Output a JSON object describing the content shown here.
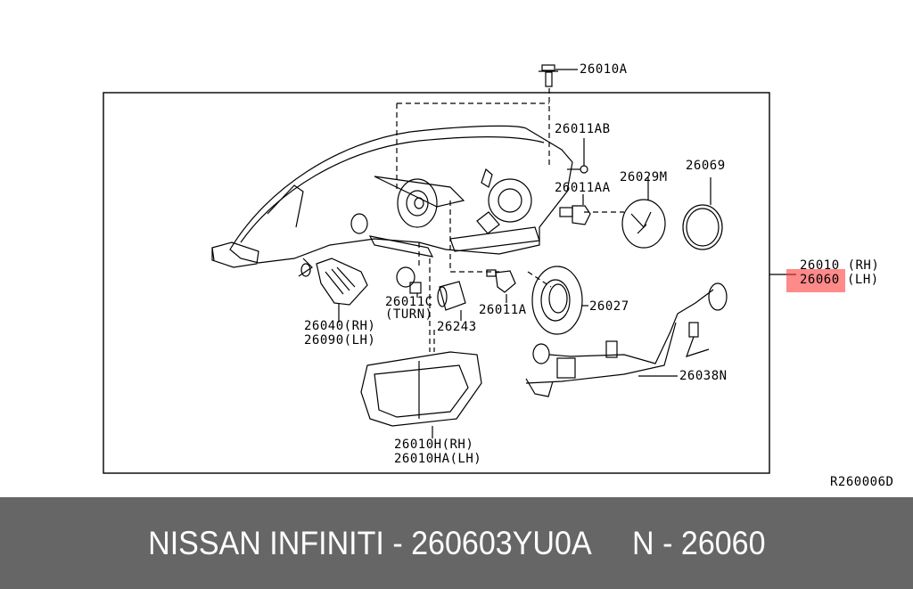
{
  "diagram": {
    "reference_code": "R260006D",
    "highlight_color": "#ff3c3c",
    "labels": {
      "bolt": "26010A",
      "clip_ab": "26011AB",
      "clip_aa": "26011AA",
      "cover": "26029M",
      "seal_ring": "26069",
      "assembly_rh": "26010 (RH)",
      "assembly_lh_num": "26060",
      "assembly_lh_side": "(LH)",
      "bracket_rh": "26040(RH)",
      "bracket_lh": "26090(LH)",
      "turn_bulb": "26011C",
      "turn_note": "(TURN)",
      "bulb_socket": "26243",
      "bulb_a": "26011A",
      "grommet": "26027",
      "harness": "26038N",
      "lens_rh": "26010H(RH)",
      "lens_lh": "26010HA(LH)"
    }
  },
  "footer": {
    "text": "NISSAN INFINITI - 260603YU0A     N - 26060"
  }
}
